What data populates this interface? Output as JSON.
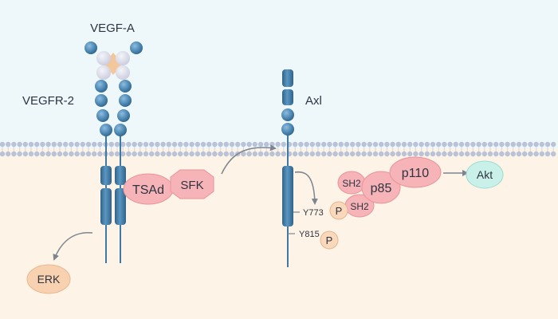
{
  "labels": {
    "ligand": "VEGF-A",
    "receptor": "VEGFR-2",
    "axl": "Axl",
    "tsad": "TSAd",
    "sfk": "SFK",
    "erk": "ERK",
    "sh2_upper": "SH2",
    "sh2_lower": "SH2",
    "p85": "p85",
    "p110": "p110",
    "akt": "Akt",
    "y773": "Y773",
    "y815": "Y815",
    "p_y773": "P",
    "p_y815": "P"
  },
  "colors": {
    "extracellular": "#eef8fb",
    "intracellular": "#fdf3e6",
    "membrane_head": "#b9c2d6",
    "membrane_tail": "#d7dbe6",
    "receptor_blue": "#4d88b3",
    "receptor_dark": "#2f6389",
    "ligand_core": "#f3c79c",
    "ligand_lobe": "#dfe0ec",
    "pink_node": "#f6b3b8",
    "pink_stroke": "#e8949b",
    "erk_fill": "#f8d1b0",
    "phospho_fill": "#f9d8bb",
    "akt_fill": "#c9f1ea",
    "arrow": "#7c8590",
    "text": "#2e3440"
  }
}
